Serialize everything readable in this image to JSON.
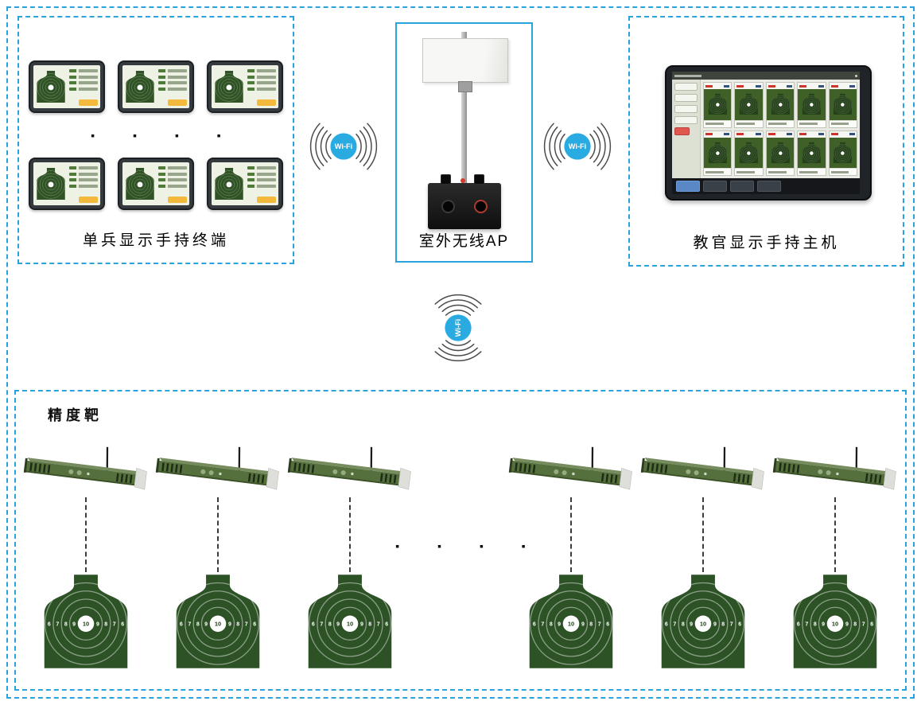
{
  "labels": {
    "terminals": "单兵显示手持终端",
    "ap": "室外无线AP",
    "instructor": "教官显示手持主机",
    "precision_target": "精度靶",
    "ellipsis": "▪ ▪ ▪ ▪"
  },
  "wifi": {
    "label": "Wi-Fi"
  },
  "terminals": {
    "count": 6,
    "rows": 2,
    "per_row": 3
  },
  "instructor": {
    "rows": 2,
    "per_row": 5
  },
  "target_bars": {
    "count": 6,
    "per_group": 3
  },
  "silhouette": {
    "count": 6,
    "per_group": 3,
    "ring_numbers": [
      "6",
      "7",
      "8",
      "9",
      "10",
      "9",
      "8",
      "7",
      "6"
    ]
  },
  "colors": {
    "border_blue": "#2aa3dd",
    "wifi_blue": "#29abe2",
    "wave_gray": "#4a4a4a",
    "silhouette_green": "#2d5226",
    "bar_green": "#55703d",
    "button_yellow": "#f2b93c"
  }
}
